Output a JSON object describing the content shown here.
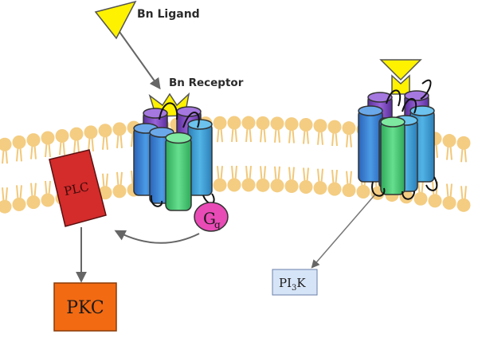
{
  "labels": {
    "ligand": "Bn Ligand",
    "receptor": "Bn Receptor",
    "gprotein_main": "G",
    "gprotein_sub": "q",
    "plc": "PLC",
    "pkc": "PKC",
    "pi3k_main": "PI",
    "pi3k_sub": "3",
    "pi3k_end": "K"
  },
  "colors": {
    "lipid_head": "#f4cd82",
    "lipid_tail": "#f2c879",
    "ligand": "#fff200",
    "receptor_blue": "#3e8bd8",
    "receptor_green": "#4fd07a",
    "receptor_purple": "#8d55c9",
    "gprotein": "#e94bb6",
    "plc": "#d42b2b",
    "pkc": "#f26a12",
    "pi3k": "#d6e4f7"
  }
}
